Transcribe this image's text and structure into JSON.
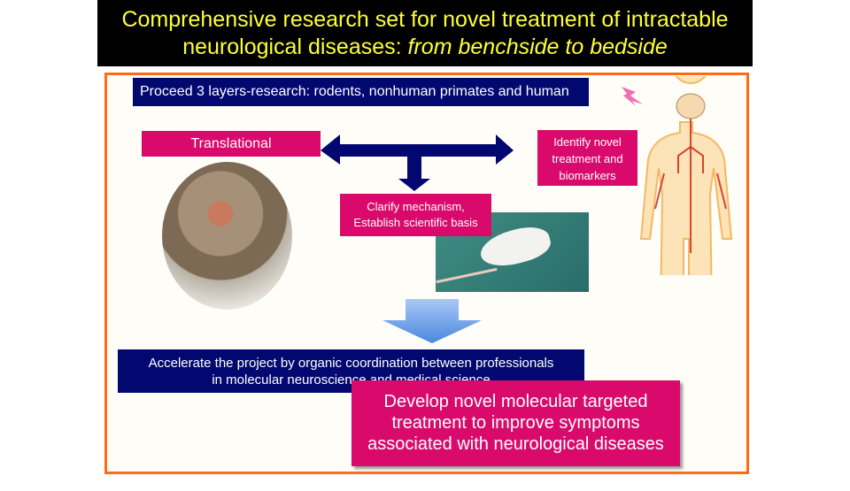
{
  "title": {
    "line1": "Comprehensive research set for novel treatment of intractable",
    "line2_plain": "neurological diseases: ",
    "line2_italic": "from benchside to bedside"
  },
  "boxes": {
    "proceed": "Proceed 3 layers-research: rodents, nonhuman primates and human",
    "translational": "Translational",
    "identify": [
      "Identify novel",
      "treatment and",
      "biomarkers"
    ],
    "clarify": [
      "Clarify mechanism,",
      "Establish scientific basis"
    ],
    "accelerate": [
      "Accelerate the project by organic coordination between professionals",
      "in molecular neuroscience and medical science"
    ],
    "develop": [
      "Develop novel molecular targeted",
      "treatment to improve symptoms",
      "associated with neurological diseases"
    ]
  },
  "colors": {
    "navy": "#020870",
    "pink": "#d90a6c",
    "orange": "#ff6a13",
    "title_text": "#ffff33"
  }
}
